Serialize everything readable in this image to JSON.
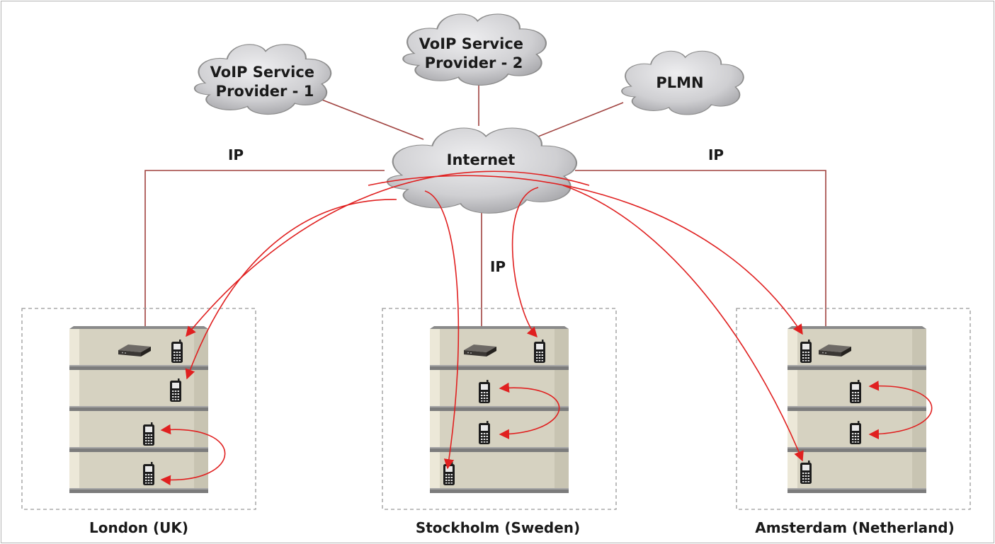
{
  "clouds": {
    "voip1": [
      "VoIP Service",
      "Provider - 1"
    ],
    "voip2": [
      "VoIP Service",
      "Provider - 2"
    ],
    "plmn": [
      "PLMN"
    ],
    "internet": [
      "Internet"
    ]
  },
  "ip_labels": {
    "left": "IP",
    "center": "IP",
    "right": "IP"
  },
  "sites": {
    "london": "London (UK)",
    "stockholm": "Stockholm (Sweden)",
    "amsterdam": "Amsterdam (Netherland)"
  },
  "colors": {
    "link_line": "#a0423f",
    "call_arrow": "#e02020",
    "cloud_fill": "#c9c9cb",
    "cloud_stroke": "#8c8c8c",
    "building_shelf": "#dcd8c8",
    "building_wall": "#c8c4b2",
    "building_floor": "#7c7c7c",
    "site_border": "#999999"
  },
  "icons": {
    "gateway": "voip-gateway-icon",
    "phone": "mobile-phone-icon"
  }
}
